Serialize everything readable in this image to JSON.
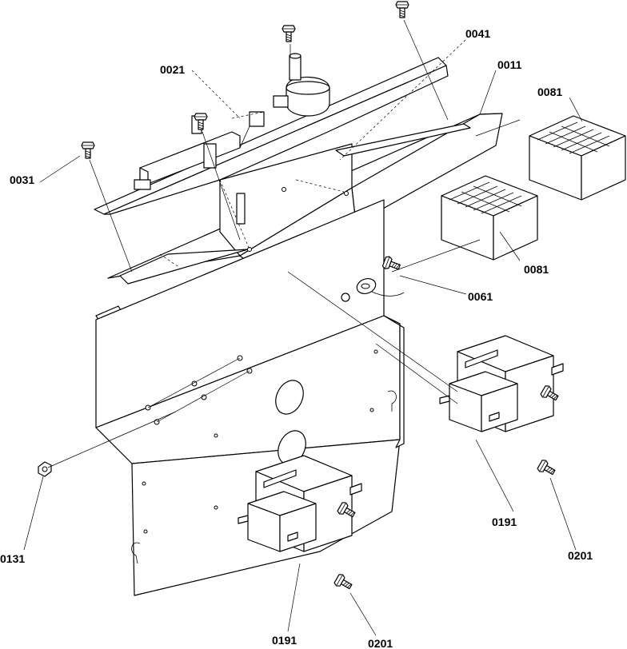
{
  "labels": {
    "p0021": "0021",
    "p0041": "0041",
    "p0011": "0011",
    "p0081_top": "0081",
    "p0081_mid": "0081",
    "p0031": "0031",
    "p0061": "0061",
    "p0131": "0131",
    "p0191_right": "0191",
    "p0201_right": "0201",
    "p0191_bottom": "0191",
    "p0201_bottom": "0201"
  },
  "colors": {
    "line": "#000000",
    "background": "#ffffff"
  }
}
